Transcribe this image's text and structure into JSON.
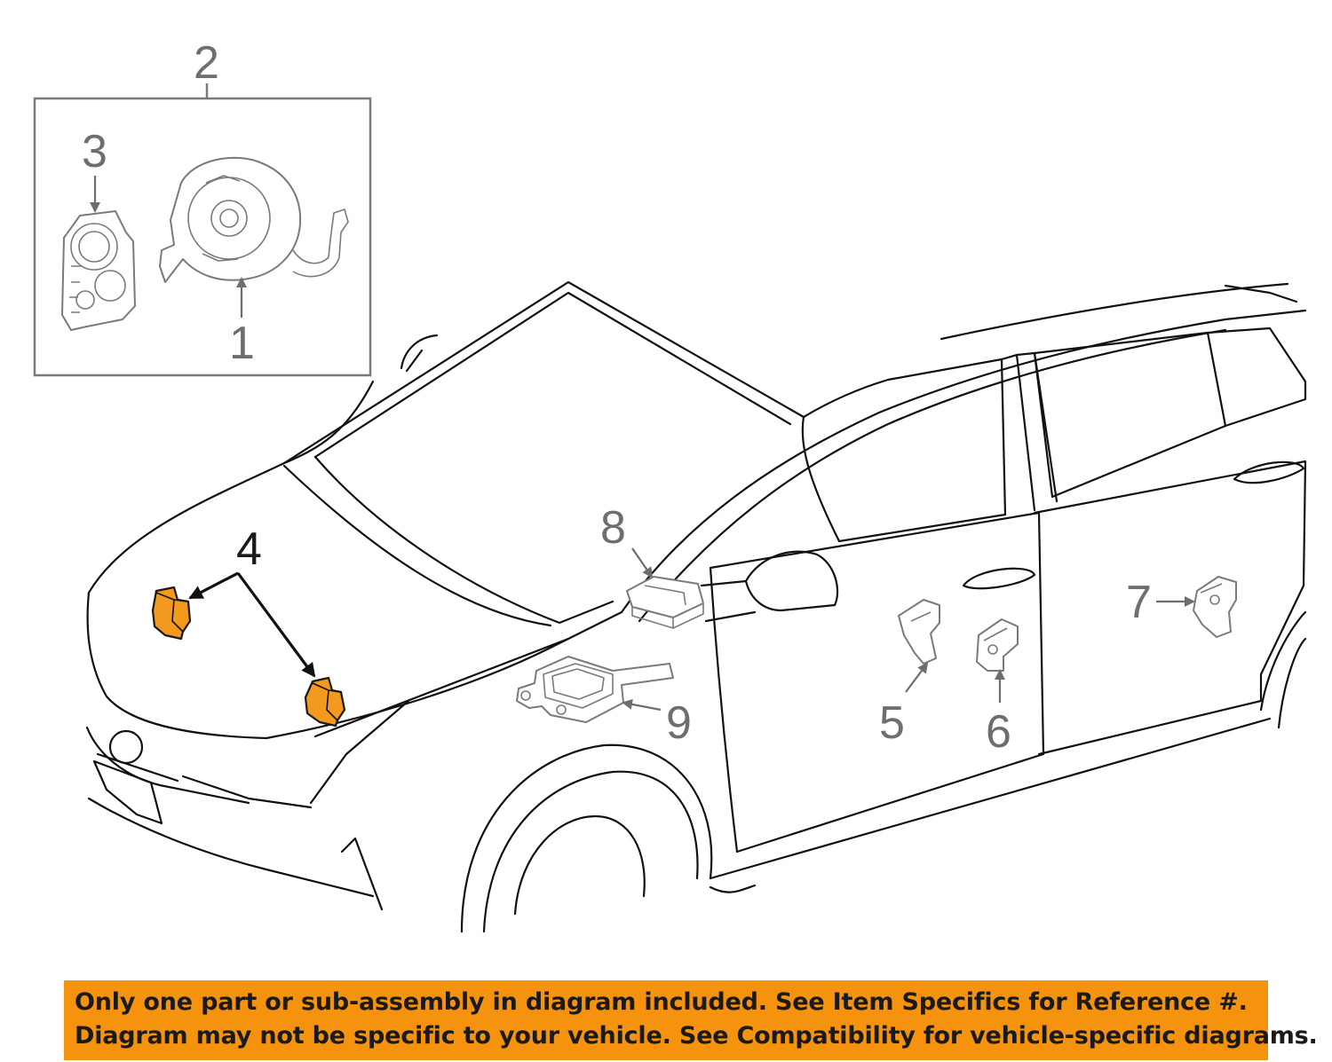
{
  "callouts": {
    "c1": "1",
    "c2": "2",
    "c3": "3",
    "c4": "4",
    "c5": "5",
    "c6": "6",
    "c7": "7",
    "c8": "8",
    "c9": "9"
  },
  "highlight_color": "#f39a1e",
  "banner": {
    "line1": "Only one part or sub-assembly in diagram included. See Item Specifics for Reference #.",
    "line2": "Diagram may not be specific to your vehicle. See Compatibility for vehicle-specific diagrams.",
    "background": "#f5930e"
  }
}
